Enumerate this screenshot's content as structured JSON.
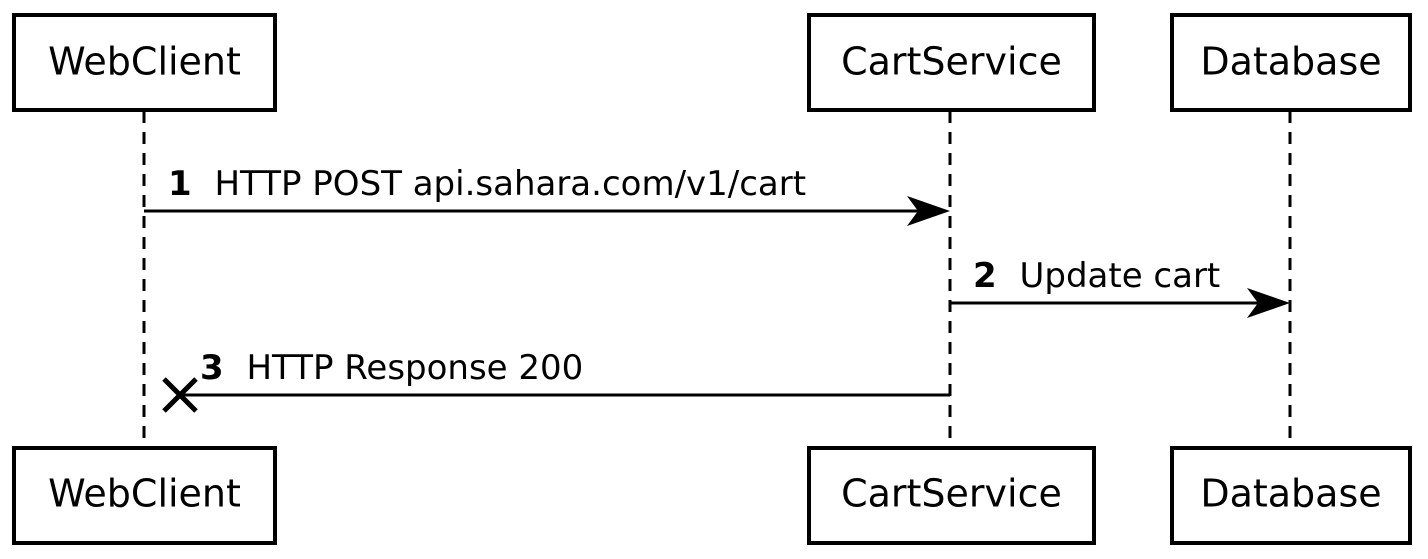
{
  "participants": [
    {
      "id": "webclient",
      "label": "WebClient"
    },
    {
      "id": "cartservice",
      "label": "CartService"
    },
    {
      "id": "database",
      "label": "Database"
    }
  ],
  "messages": [
    {
      "number": "1",
      "text": "HTTP POST api.sahara.com/v1/cart",
      "from": "webclient",
      "to": "cartservice",
      "end": "arrow"
    },
    {
      "number": "2",
      "text": "Update cart",
      "from": "cartservice",
      "to": "database",
      "end": "arrow"
    },
    {
      "number": "3",
      "text": "HTTP Response 200",
      "from": "cartservice",
      "to": "webclient",
      "end": "lost"
    }
  ],
  "colors": {
    "stroke": "#000000",
    "background": "#ffffff"
  }
}
